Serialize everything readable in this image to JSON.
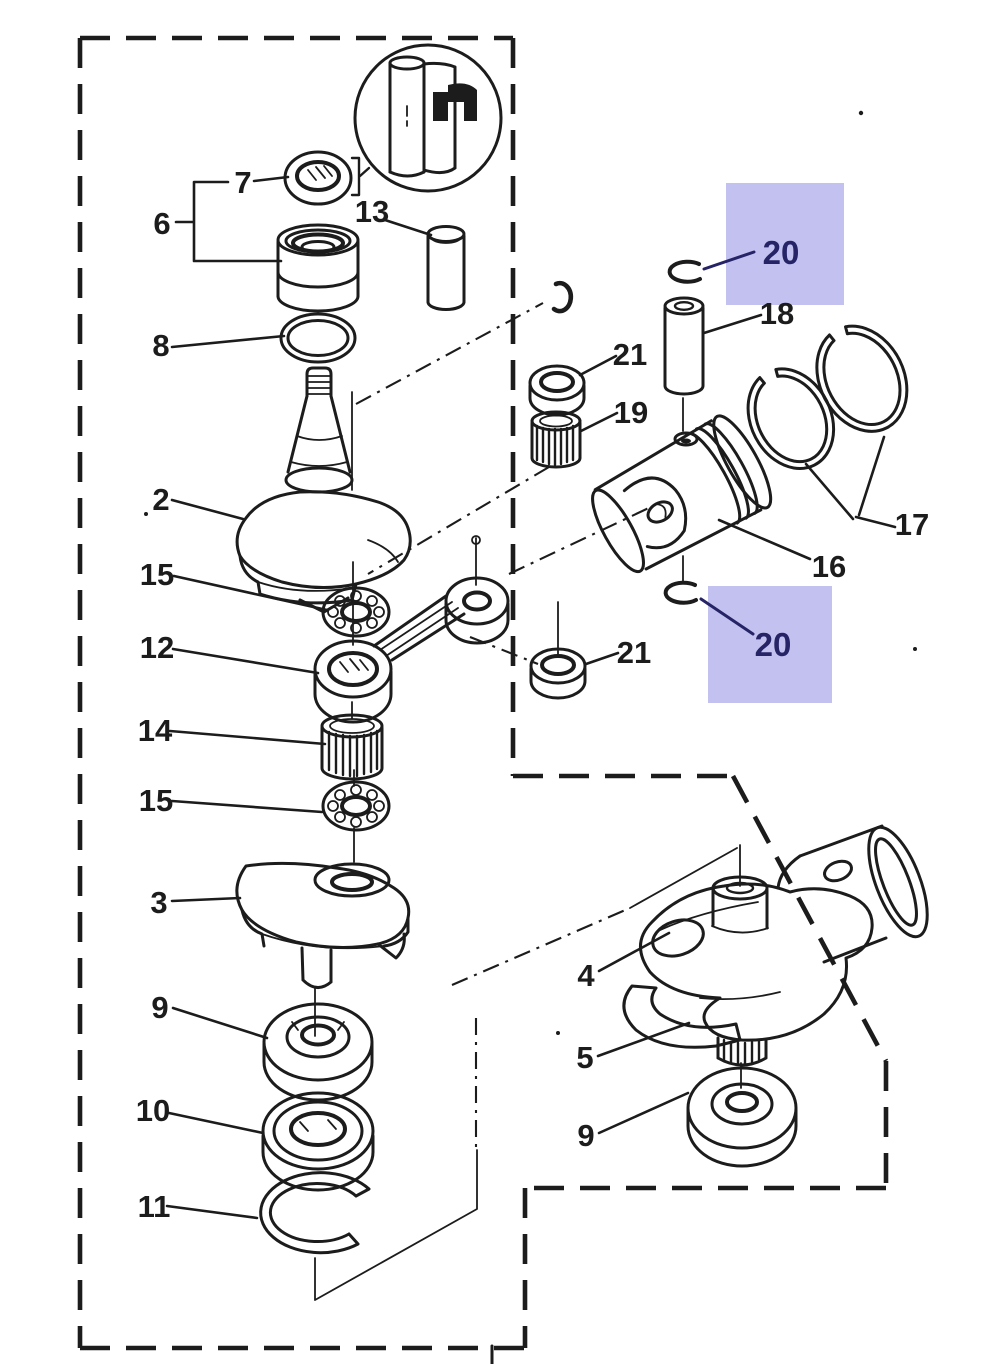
{
  "document": {
    "type": "exploded-parts-diagram",
    "background": "#ffffff"
  },
  "colors": {
    "ink": "#1c1c1c",
    "highlight_fill": "#c2c1f0",
    "highlight_text": "#262366"
  },
  "callouts": {
    "c2": "2",
    "c3": "3",
    "c4": "4",
    "c5": "5",
    "c6": "6",
    "c7": "7",
    "c8": "8",
    "c9a": "9",
    "c9b": "9",
    "c10": "10",
    "c11": "11",
    "c12": "12",
    "c13": "13",
    "c14": "14",
    "c15a": "15",
    "c15b": "15",
    "c16": "16",
    "c17": "17",
    "c18": "18",
    "c19": "19",
    "c20a": "20",
    "c20b": "20",
    "c21a": "21",
    "c21b": "21"
  },
  "highlighted_callouts": [
    "20",
    "20"
  ]
}
